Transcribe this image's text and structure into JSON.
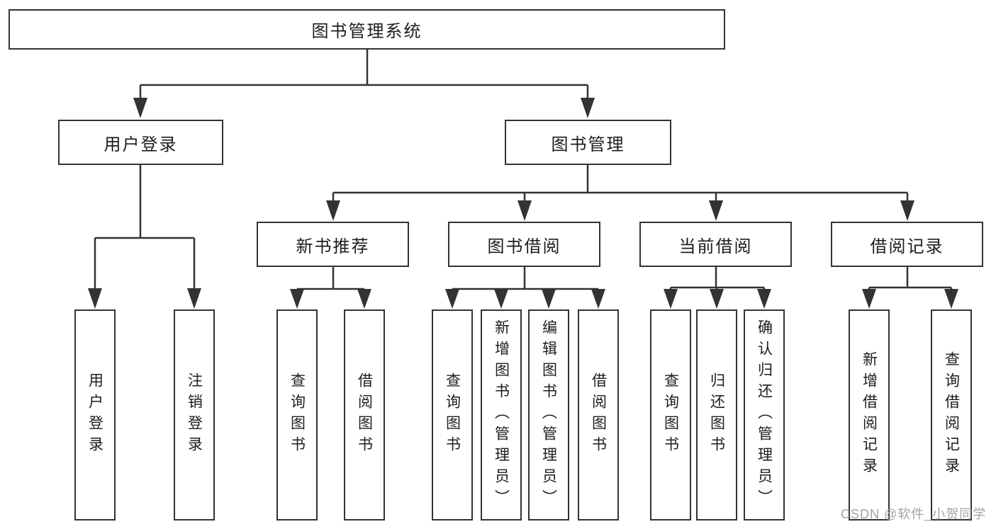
{
  "nodes": {
    "root": "图书管理系统",
    "user_login": "用户登录",
    "book_management": "图书管理",
    "new_book_recommend": "新书推荐",
    "book_borrow": "图书借阅",
    "current_borrow": "当前借阅",
    "borrow_record": "借阅记录",
    "leaf_user_login": "用户登录",
    "leaf_logout": "注销登录",
    "leaf_rec_query_book": "查询图书",
    "leaf_rec_borrow_book": "借阅图书",
    "leaf_bb_query_book": "查询图书",
    "leaf_bb_add_book": "新增图书（管理员）",
    "leaf_bb_edit_book": "编辑图书（管理员）",
    "leaf_bb_borrow_book": "借阅图书",
    "leaf_cb_query_book": "查询图书",
    "leaf_cb_return_book": "归还图书",
    "leaf_cb_confirm_return": "确认归还（管理员）",
    "leaf_br_add_record": "新增借阅记录",
    "leaf_br_query_record": "查询借阅记录"
  },
  "watermark": "CSDN @软件_小贺同学",
  "colors": {
    "line": "#333333",
    "box_border": "#333333",
    "text": "#1d1d1d",
    "background": "#ffffff",
    "watermark": "#a3a3a3"
  }
}
